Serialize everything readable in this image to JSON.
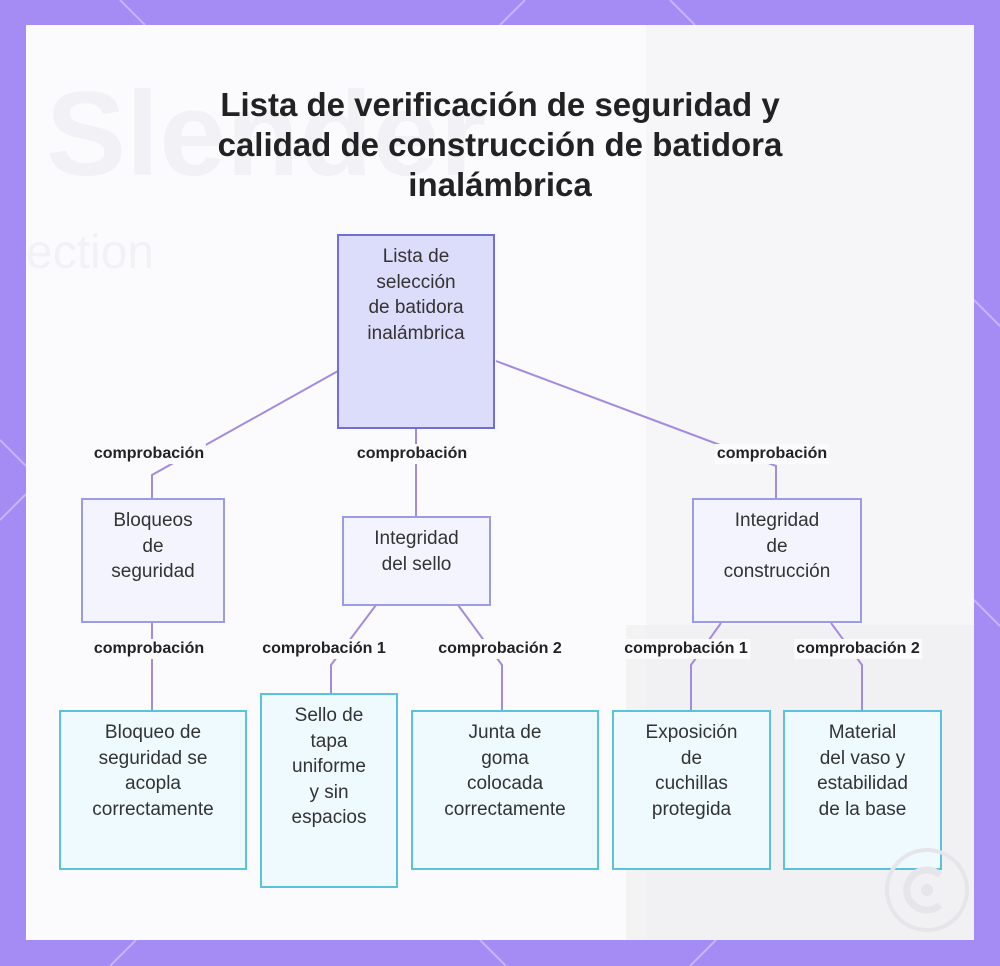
{
  "title_lines": [
    "Lista de verificación de seguridad y",
    "calidad de construcción de batidora",
    "inalámbrica"
  ],
  "nodes": {
    "root": "Lista de\nselección\nde batidora\ninalámbrica",
    "bloqueos": "Bloqueos\nde\nseguridad",
    "sello": "Integridad\ndel sello",
    "construccion": "Integridad\nde\nconstrucción",
    "leaf1": "Bloqueo de\nseguridad se\nacopla\ncorrectamente",
    "leaf2": "Sello de\ntapa\nuniforme\ny sin\nespacios",
    "leaf3": "Junta de\ngoma\ncolocada\ncorrectamente",
    "leaf4": "Exposición\nde\ncuchillas\nprotegida",
    "leaf5": "Material\ndel vaso y\nestabilidad\nde la base"
  },
  "edge_labels": {
    "root_bloqueos": "comprobación",
    "root_sello": "comprobación",
    "root_construccion": "comprobación",
    "bloqueos_leaf1": "comprobación",
    "sello_leaf2": "comprobación 1",
    "sello_leaf3": "comprobación 2",
    "construccion_leaf4": "comprobación 1",
    "construccion_leaf5": "comprobación 2"
  },
  "colors": {
    "frame": "#a58cf5",
    "edge": "#a58be0",
    "root_fill": "#dcdcfb",
    "leaf_border": "#5ac3d9"
  }
}
